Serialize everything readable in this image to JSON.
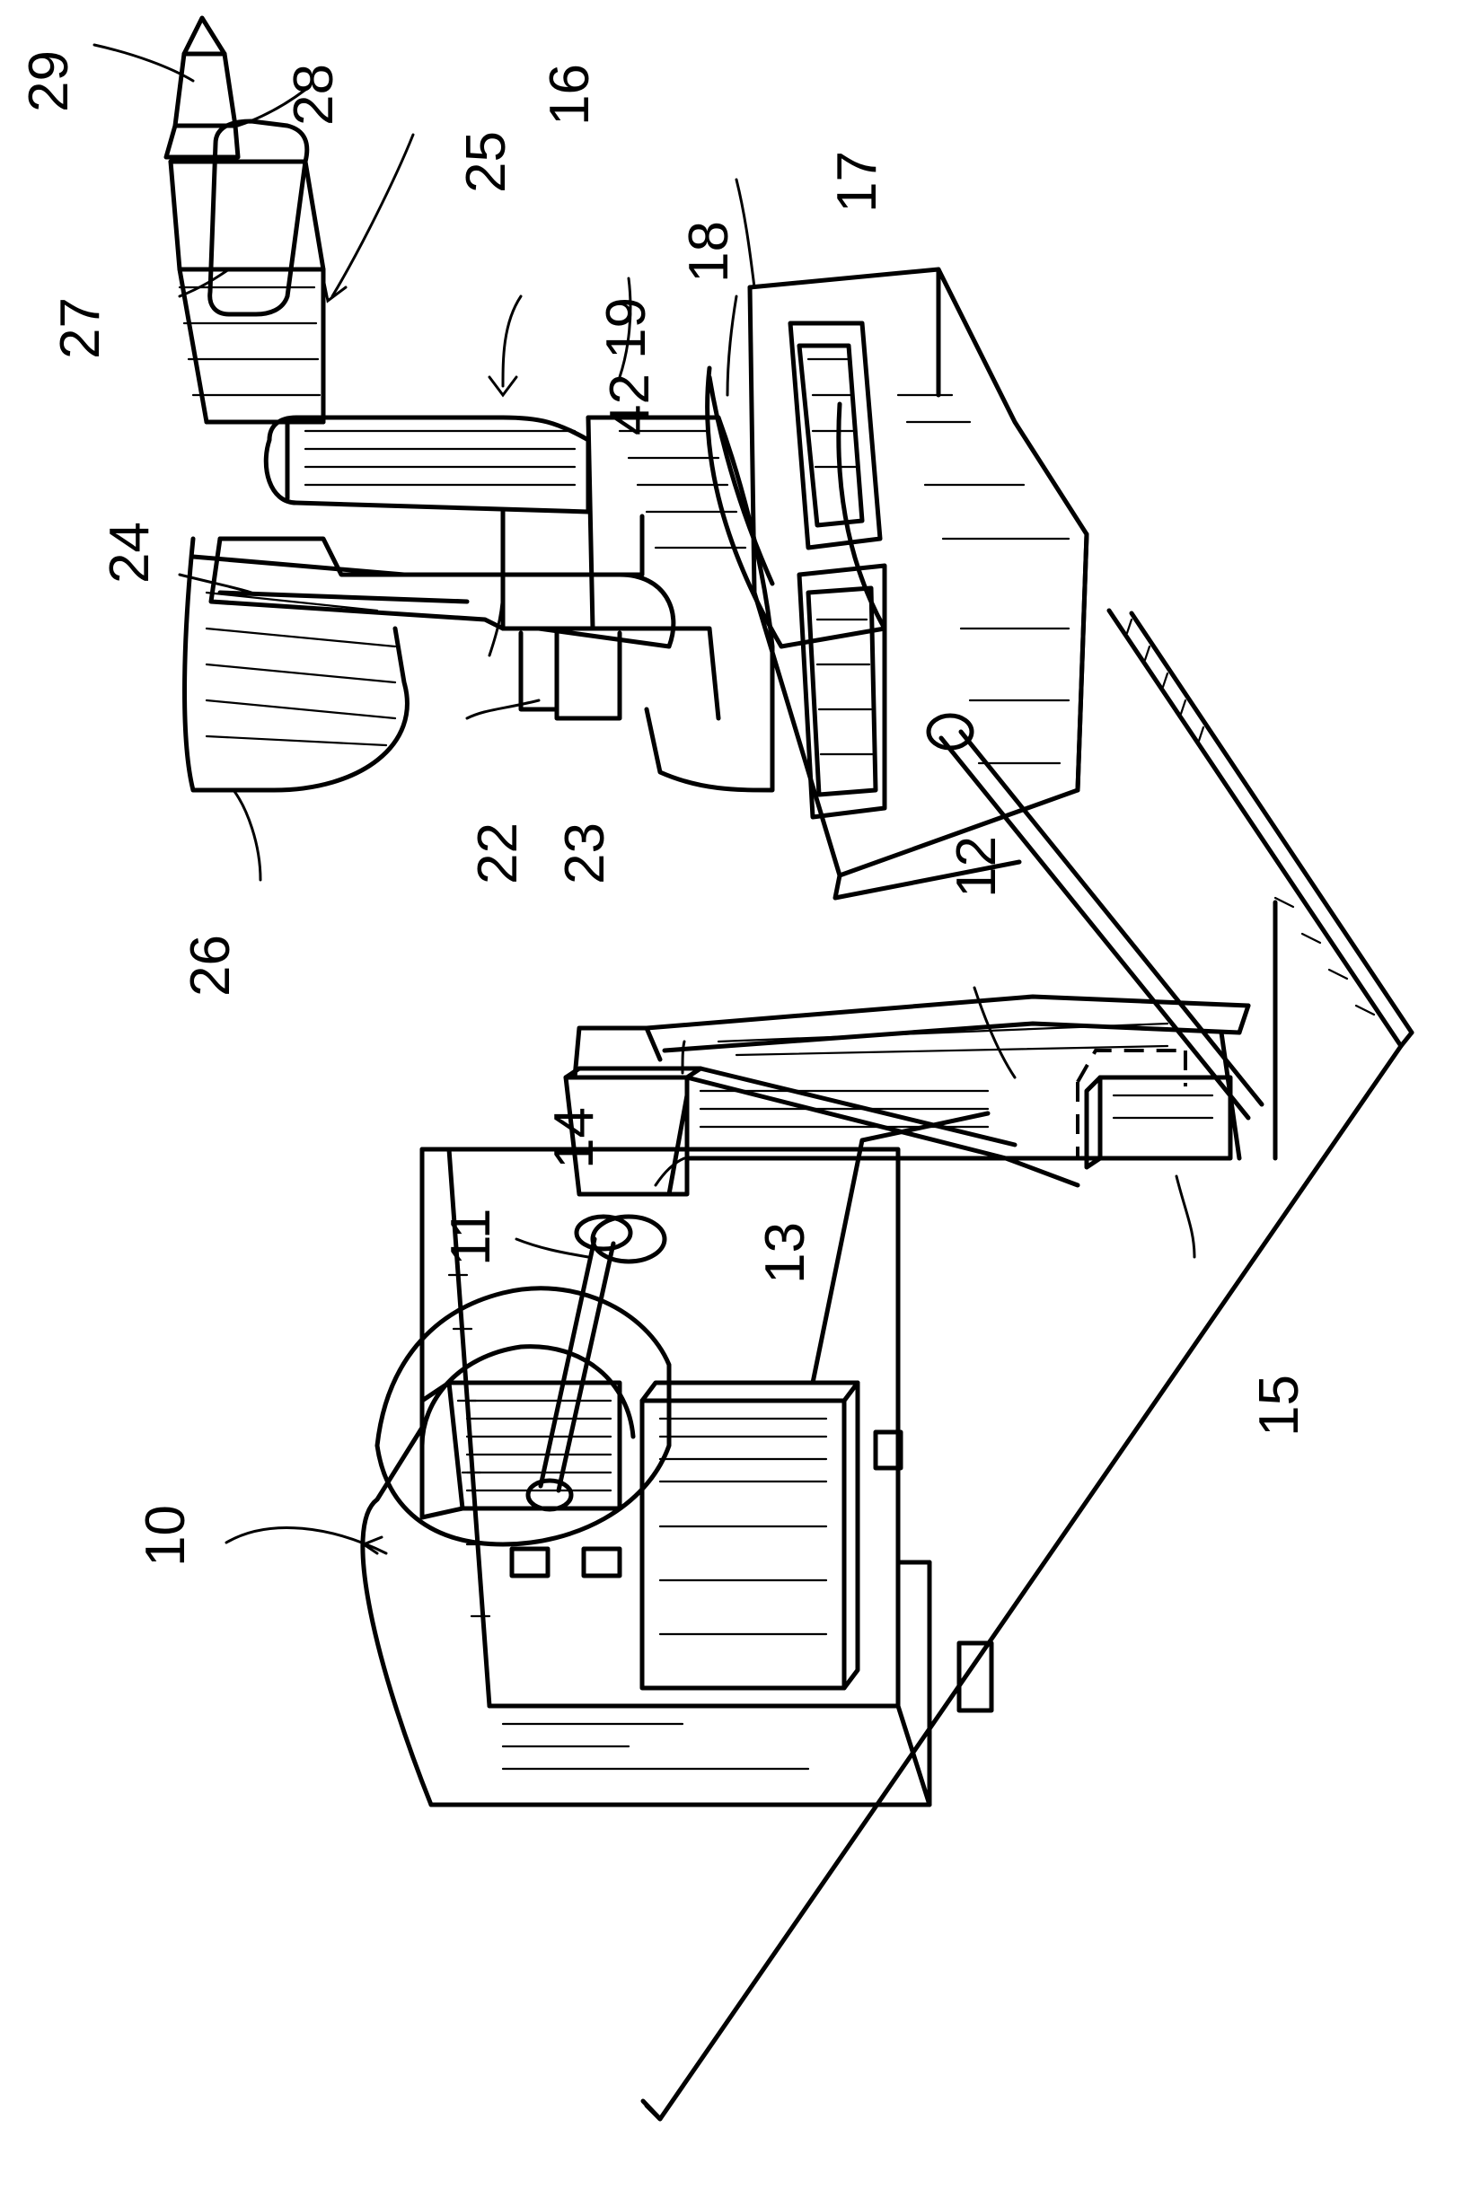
{
  "figure": {
    "type": "patent-line-drawing",
    "subject": "robot-arm-assembly",
    "labels": [
      {
        "id": "l10",
        "text": "10"
      },
      {
        "id": "l11",
        "text": "11"
      },
      {
        "id": "l12",
        "text": "12"
      },
      {
        "id": "l13",
        "text": "13"
      },
      {
        "id": "l14",
        "text": "14"
      },
      {
        "id": "l15",
        "text": "15"
      },
      {
        "id": "l16",
        "text": "16"
      },
      {
        "id": "l17",
        "text": "17"
      },
      {
        "id": "l18",
        "text": "18"
      },
      {
        "id": "l19",
        "text": "19"
      },
      {
        "id": "l22",
        "text": "22"
      },
      {
        "id": "l23",
        "text": "23"
      },
      {
        "id": "l24",
        "text": "24"
      },
      {
        "id": "l25",
        "text": "25"
      },
      {
        "id": "l26",
        "text": "26"
      },
      {
        "id": "l27",
        "text": "27"
      },
      {
        "id": "l28",
        "text": "28"
      },
      {
        "id": "l29",
        "text": "29"
      },
      {
        "id": "l42",
        "text": "42"
      }
    ]
  },
  "colors": {
    "ink": "#000000",
    "paper": "#ffffff"
  }
}
